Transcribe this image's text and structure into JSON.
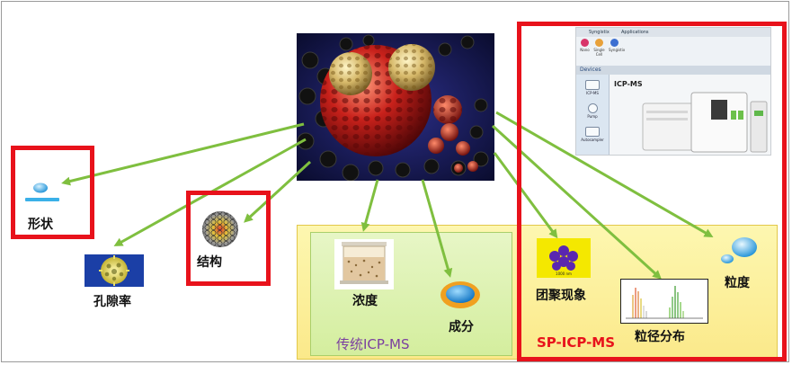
{
  "labels": {
    "shape": "形状",
    "porosity": "孔隙率",
    "structure": "结构",
    "concentration": "浓度",
    "composition": "成分",
    "traditional_icpms": "传统ICP-MS",
    "agglomeration": "团聚现象",
    "size_distribution": "粒径分布",
    "particle_size": "粒度",
    "sp_icpms": "SP-ICP-MS"
  },
  "agglomeration_caption": "1000 nm",
  "software": {
    "tabs": [
      "Syngistix",
      "Applications"
    ],
    "tools": [
      "Nano",
      "Single Cell",
      "Syngistix"
    ],
    "devices_header": "Devices",
    "devices": [
      "ICP-MS",
      "Pump",
      "Autosampler"
    ],
    "instrument_title": "ICP-MS"
  },
  "colors": {
    "red_box": "#e8121b",
    "arrow_green": "#7fbf3f",
    "sp_text": "#e8121b",
    "traditional_text": "#7b3fa0"
  }
}
